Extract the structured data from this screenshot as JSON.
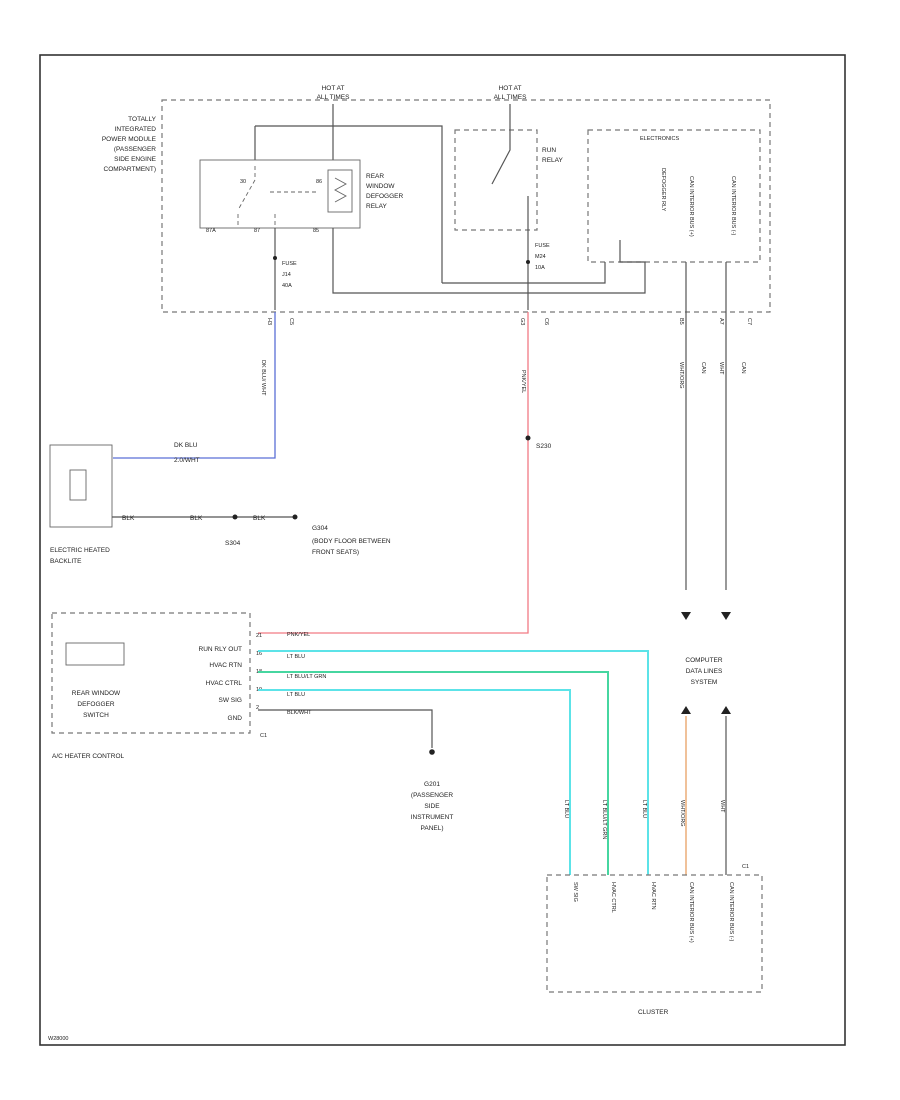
{
  "tipm": {
    "label_lines": [
      "TOTALLY",
      "INTEGRATED",
      "POWER MODULE",
      "(PASSENGER",
      "SIDE ENGINE",
      "COMPARTMENT)"
    ],
    "hot_at_all_times_1": [
      "HOT AT",
      "ALL TIMES"
    ],
    "hot_at_all_times_2": [
      "HOT AT",
      "ALL TIMES"
    ],
    "rear_relay_lines": [
      "REAR",
      "WINDOW",
      "DEFOGGER",
      "RELAY"
    ],
    "run_relay_lines": [
      "RUN",
      "RELAY"
    ],
    "electronics_label": "ELECTRONICS",
    "pin_87": "87",
    "pin_87a": "87A",
    "pin_30": "30",
    "pin_85": "85",
    "pin_86": "86",
    "fuse_left": [
      "FUSE",
      "J14",
      "40A"
    ],
    "fuse_right": [
      "FUSE",
      "M24",
      "10A"
    ],
    "vert_defogger": "DEFOGGER RLY",
    "vert_can_hi": "CAN INTERIOR BUS (+)",
    "vert_can_lo": "CAN INTERIOR BUS (-)",
    "conn_c5": "C5",
    "conn_c6": "C6",
    "conn_c7": "C7",
    "pin_c5": "H3",
    "pin_c6": "G3",
    "pin_c7a": "B5",
    "pin_c7b": "A7"
  },
  "wires": {
    "dk_blu_wht": "DK BLU/ WHT",
    "pnk_yel": "PNK/YEL",
    "wht_org": "WHT/ORG",
    "can_a": "CAN",
    "wht_a": "WHT",
    "can_b": "CAN",
    "splice_s230": "S230",
    "dk_blu_label": "DK BLU",
    "dk_blu_part": "2.0/WHT",
    "blk_1": "BLK",
    "blk_2": "BLK",
    "blk_3": "BLK",
    "splice_s304": "S304"
  },
  "ground_g304": {
    "id": "G304",
    "lines": [
      "(BODY FLOOR BETWEEN",
      "FRONT SEATS)"
    ]
  },
  "backlite": {
    "lines": [
      "ELECTRIC HEATED",
      "BACKLITE"
    ]
  },
  "hvac": {
    "pins": [
      "RUN RLY OUT",
      "HVAC RTN",
      "HVAC CTRL",
      "SW SIG",
      "GND"
    ],
    "pin_ids": [
      "21",
      "16",
      "18",
      "19",
      "2"
    ],
    "wire_labels": [
      "PNK/YEL",
      "LT BLU",
      "LT BLU/LT GRN",
      "LT BLU",
      "BLK/WHT"
    ],
    "switch_lines": [
      "REAR WINDOW",
      "DEFOGGER",
      "SWITCH"
    ],
    "connector": "C1",
    "caption": "A/C HEATER CONTROL"
  },
  "ground_g201": {
    "lines": [
      "G201",
      "(PASSENGER",
      "SIDE",
      "INSTRUMENT",
      "PANEL)"
    ]
  },
  "cdls": {
    "lines": [
      "COMPUTER",
      "DATA LINES",
      "SYSTEM"
    ]
  },
  "cluster": {
    "vertical_wire_labels": [
      "LT BLU",
      "LT BLU/LT GRN",
      "LT BLU",
      "WHT/ORG",
      "WHT"
    ],
    "pin_labels": [
      "SW SIG",
      "HVAC CTRL",
      "HVAC RTN",
      "CAN INTERIOR BUS (+)",
      "CAN INTERIOR BUS (-)"
    ],
    "connector": "C1",
    "caption": "CLUSTER"
  },
  "footer_id": "W28000",
  "colors": {
    "dk_blu": "#5a6fd6",
    "pnk": "#f27a84",
    "lt_blu": "#5ce3e8",
    "lt_grn": "#46d6a0",
    "org": "#e8a064",
    "blk": "#555555"
  }
}
